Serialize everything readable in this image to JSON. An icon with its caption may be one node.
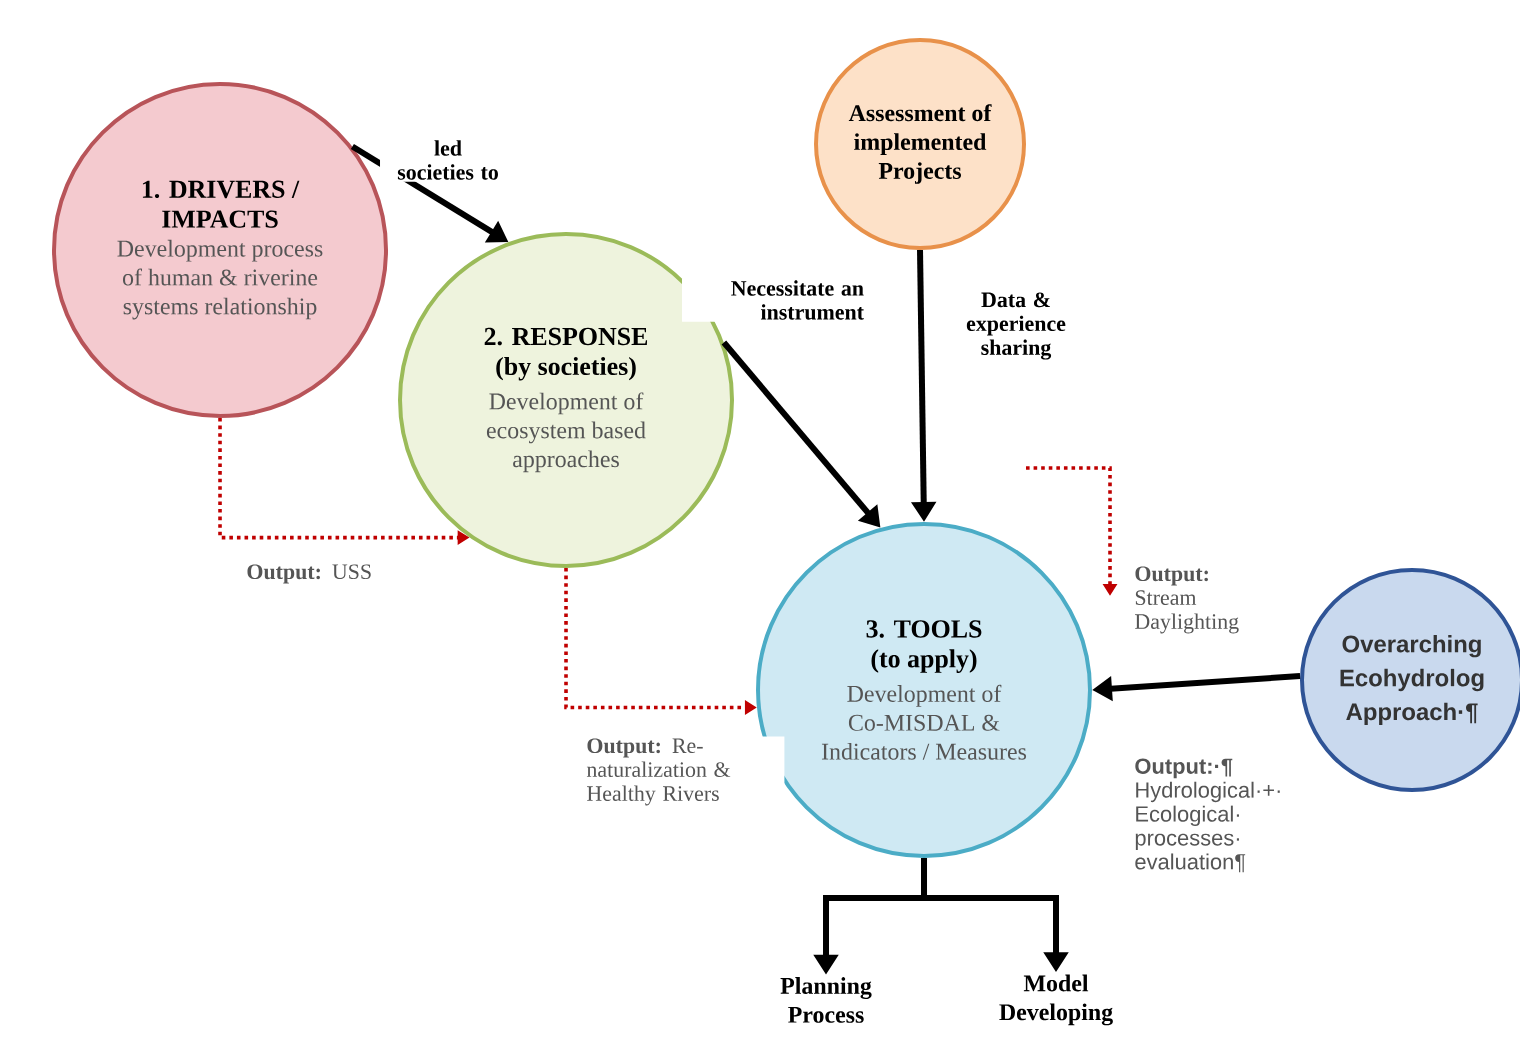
{
  "diagram": {
    "nodes": [
      {
        "text": [
          "1. DRIVERS / IMPACTS",
          "Development process of human & riverine systems relationship"
        ]
      },
      {
        "text": [
          "2. RESPONSE (by societies)",
          "Development of ecosystem based approaches"
        ]
      },
      {
        "text": [
          "Assessment of implemented Projects"
        ]
      },
      {
        "text": [
          "3. TOOLS (to apply)",
          "Development of Co-MISDAL & Indicators / Measures"
        ]
      },
      {
        "text": [
          "Overarching Ecohydrolog Approach·¶"
        ]
      },
      {
        "text": [
          "Planning Process"
        ]
      },
      {
        "text": [
          "Model Developing"
        ]
      }
    ],
    "edges": [
      {
        "from": 0,
        "to": 1,
        "arrow": "to",
        "label": "led societies to"
      },
      {
        "from": 1,
        "to": 3,
        "arrow": "to",
        "label": "Necessitate an instrument"
      },
      {
        "from": 2,
        "to": 3,
        "arrow": "to",
        "label": "Data & experience sharing"
      },
      {
        "from": 4,
        "to": 3,
        "arrow": "to",
        "label": "**Output:·¶** Hydrological·+· Ecological· processes· evaluation¶"
      },
      {
        "from": 3,
        "to": 5,
        "arrow": "to"
      },
      {
        "from": 3,
        "to": 6,
        "arrow": "to"
      },
      {
        "from": 0,
        "to": 1,
        "arrow": "to",
        "style": "dashed",
        "color": "#c00000",
        "label": "**Output:** USS"
      },
      {
        "from": 1,
        "to": 3,
        "arrow": "to",
        "style": "dashed",
        "color": "#c00000",
        "label": "**Output:** Re-naturalization & Healthy Rivers"
      }
    ],
    "labels": [
      "**Output:** Stream Daylighting"
    ]
  }
}
